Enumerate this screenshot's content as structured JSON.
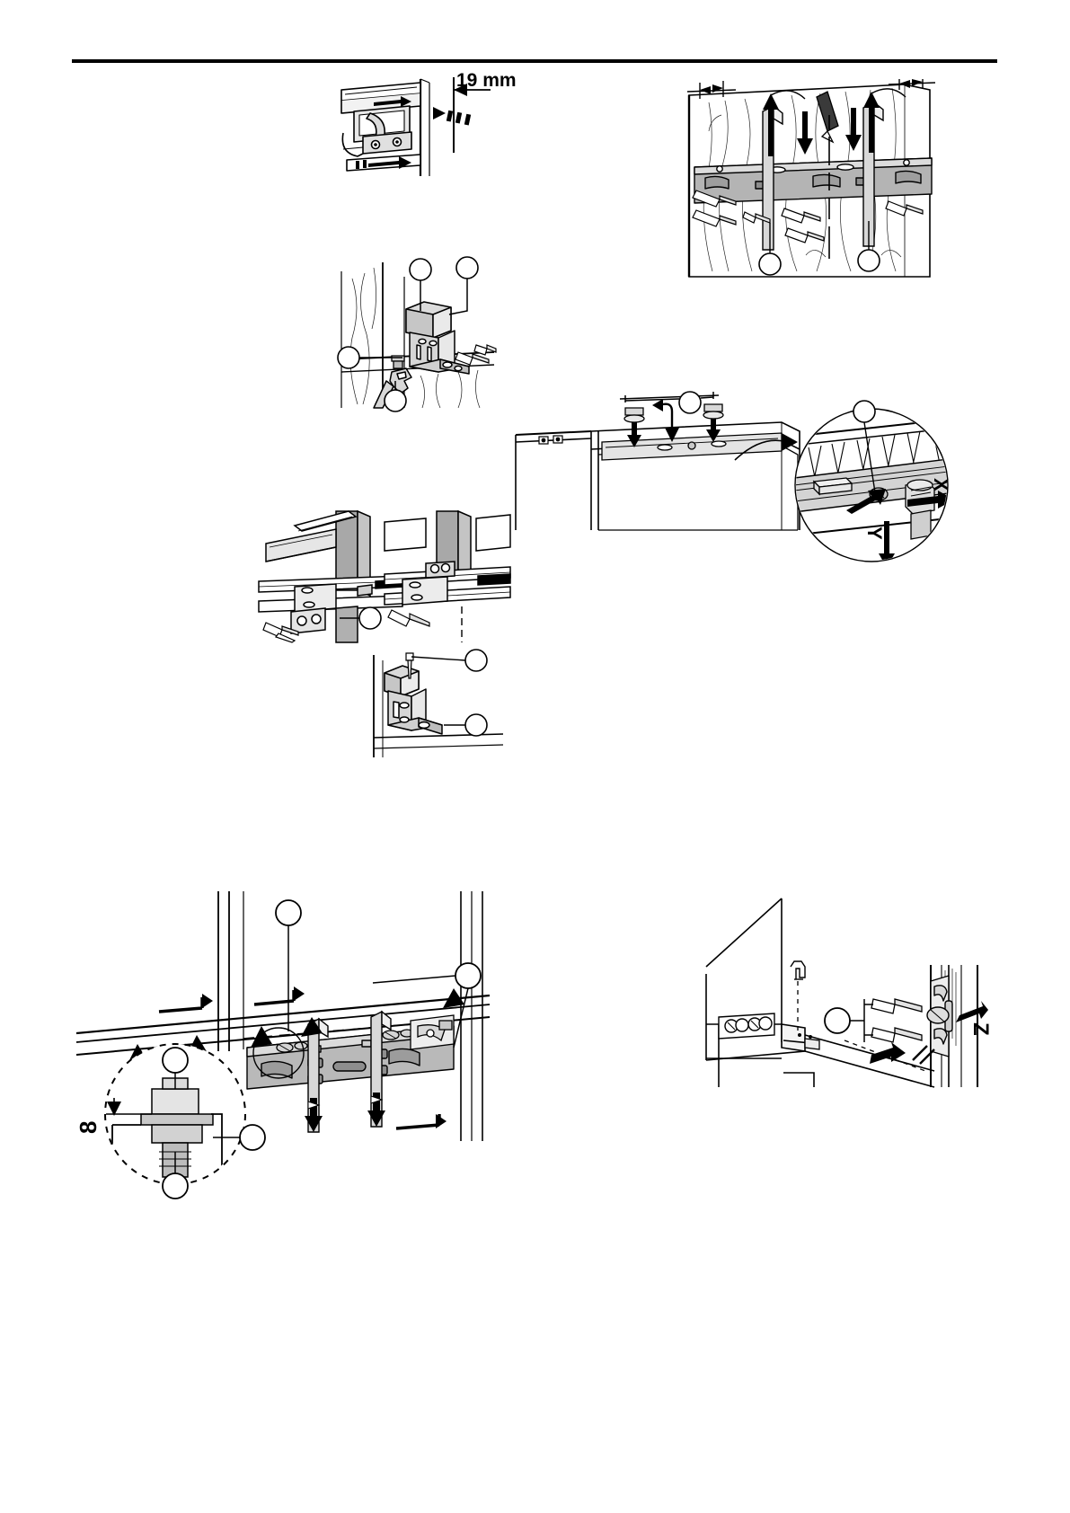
{
  "page": {
    "kind": "installation-instruction-diagram-page",
    "background_color": "#ffffff",
    "line_color": "#000000",
    "fill_light": "#e8e8e8",
    "fill_mid": "#c9c9c9",
    "fill_dark": "#9a9a9a",
    "header_rule": true
  },
  "figures": [
    {
      "id": "fig-hinge-offset",
      "name": "hinge-plate-offset-detail",
      "position": "top-center-left",
      "labels": [
        {
          "text": "19 mm",
          "kind": "dimension",
          "rotation": 0
        }
      ],
      "callouts": []
    },
    {
      "id": "fig-wall-rail-mount",
      "name": "wall-rail-mounting-on-panel",
      "position": "top-right",
      "labels": [],
      "callouts": [
        {
          "marker": "",
          "kind": "circle-balloon"
        },
        {
          "marker": "",
          "kind": "circle-balloon"
        }
      ],
      "dimension_arrows": 2
    },
    {
      "id": "fig-corner-bracket",
      "name": "corner-bracket-with-wrench",
      "position": "upper-center",
      "labels": [],
      "callouts": [
        {
          "marker": "",
          "kind": "circle-balloon"
        },
        {
          "marker": "",
          "kind": "circle-balloon"
        },
        {
          "marker": "",
          "kind": "circle-balloon"
        },
        {
          "marker": "",
          "kind": "circle-balloon"
        }
      ]
    },
    {
      "id": "fig-xy-adjust",
      "name": "x-y-adjustment-detail",
      "position": "middle-right",
      "labels": [
        {
          "text": "X",
          "kind": "axis",
          "rotation": 90
        },
        {
          "text": "Y",
          "kind": "axis",
          "rotation": 90
        }
      ],
      "callouts": [
        {
          "marker": "",
          "kind": "circle-balloon"
        },
        {
          "marker": "",
          "kind": "circle-balloon"
        }
      ],
      "detail_circle": true
    },
    {
      "id": "fig-section-left",
      "name": "cross-section-left",
      "position": "middle-center-left",
      "labels": [],
      "callouts": [
        {
          "marker": "",
          "kind": "circle-balloon"
        }
      ]
    },
    {
      "id": "fig-section-right",
      "name": "cross-section-right",
      "position": "middle-center-right",
      "labels": [],
      "callouts": []
    },
    {
      "id": "fig-angle-bracket",
      "name": "angle-bracket-with-screw",
      "position": "center",
      "labels": [],
      "callouts": [
        {
          "marker": "",
          "kind": "circle-balloon"
        },
        {
          "marker": "",
          "kind": "circle-balloon"
        }
      ]
    },
    {
      "id": "fig-rail-alignment",
      "name": "rail-alignment-under-worktop",
      "position": "bottom-left",
      "labels": [
        {
          "text": "8",
          "kind": "dimension",
          "rotation": -90
        }
      ],
      "callouts": [
        {
          "marker": "",
          "kind": "circle-balloon"
        },
        {
          "marker": "",
          "kind": "circle-balloon"
        },
        {
          "marker": "",
          "kind": "circle-balloon"
        },
        {
          "marker": "",
          "kind": "circle-balloon"
        }
      ],
      "detail_circle": true
    },
    {
      "id": "fig-z-adjust",
      "name": "z-adjustment-side-fixing",
      "position": "bottom-right",
      "labels": [
        {
          "text": "Z",
          "kind": "axis",
          "rotation": 90
        }
      ],
      "callouts": [
        {
          "marker": "",
          "kind": "circle-balloon"
        }
      ]
    }
  ]
}
